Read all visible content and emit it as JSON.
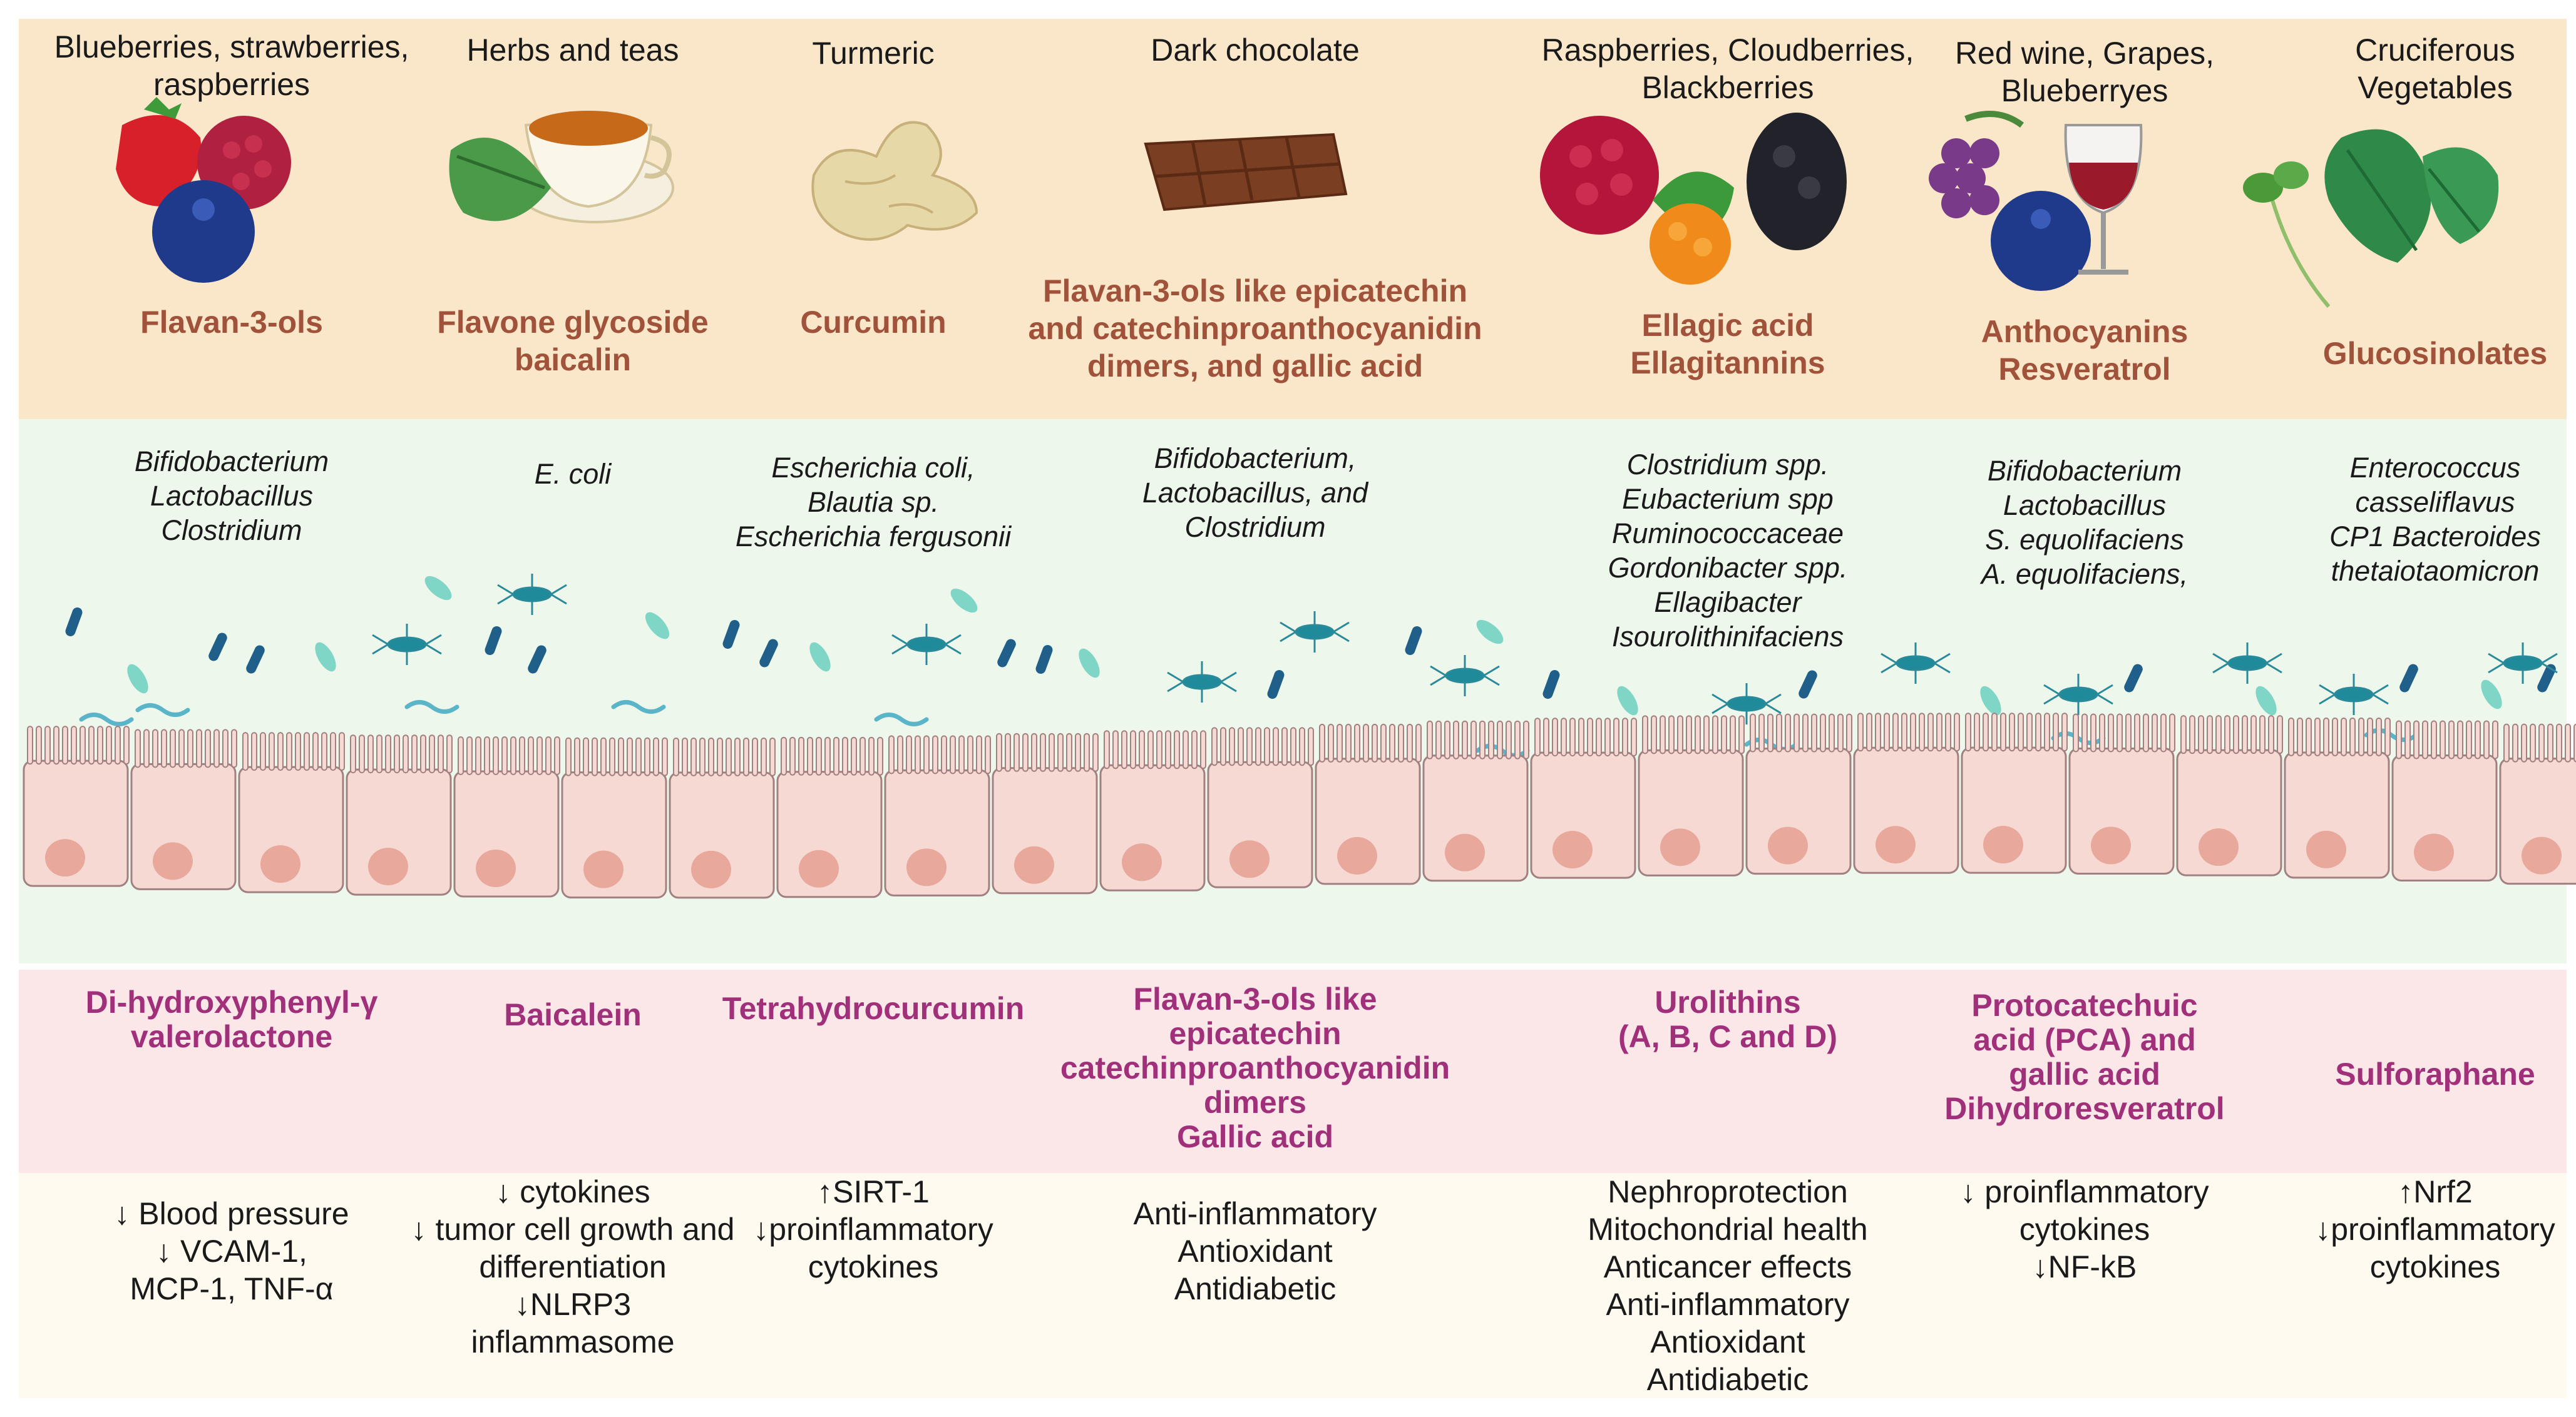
{
  "columns": [
    {
      "source": "Blueberries, strawberries,\nraspberries",
      "source_icon": "berries-icon",
      "compound": "Flavan-3-ols",
      "bacteria": "Bifidobacterium\nLactobacillus\nClostridium",
      "metabolite": "Di-hydroxyphenyl-γ\nvalerolactone",
      "effects": "↓  Blood pressure\n↓ VCAM-1,\nMCP-1, TNF-α"
    },
    {
      "source": "Herbs and teas",
      "source_icon": "tea-cup-icon",
      "compound": "Flavone glycoside\nbaicalin",
      "bacteria": "E. coli",
      "metabolite": "Baicalein",
      "effects": "↓  cytokines\n↓ tumor cell growth and\ndifferentiation\n↓NLRP3 inflammasome"
    },
    {
      "source": "Turmeric",
      "source_icon": "turmeric-root-icon",
      "compound": "Curcumin",
      "bacteria": "Escherichia coli,\nBlautia sp.\nEscherichia fergusonii",
      "metabolite": "Tetrahydrocurcumin",
      "effects": "↑SIRT-1\n↓proinflammatory\ncytokines"
    },
    {
      "source": "Dark chocolate",
      "source_icon": "chocolate-bar-icon",
      "compound": "Flavan-3-ols like epicatechin\nand catechinproanthocyanidin\ndimers, and gallic acid",
      "bacteria": "Bifidobacterium,\nLactobacillus, and\nClostridium",
      "metabolite": "Flavan-3-ols like\nepicatechin\ncatechinproanthocyanidin\ndimers\nGallic acid",
      "effects": "Anti-inflammatory\nAntioxidant\nAntidiabetic"
    },
    {
      "source": "Raspberries, Cloudberries,\nBlackberries",
      "source_icon": "mixed-berries-icon",
      "compound": "Ellagic acid\nEllagitannins",
      "bacteria": "Clostridium spp.\nEubacterium spp\nRuminococcaceae\nGordonibacter spp.\nEllagibacter\nIsourolithinifaciens",
      "metabolite": "Urolithins\n(A, B, C and D)",
      "effects": "Nephroprotection\nMitochondrial health\nAnticancer effects\nAnti-inflammatory\nAntioxidant\nAntidiabetic"
    },
    {
      "source": "Red wine, Grapes,\nBlueberryes",
      "source_icon": "wine-grapes-icon",
      "compound": "Anthocyanins\nResveratrol",
      "bacteria": "Bifidobacterium\nLactobacillus\nS. equolifaciens\nA. equolifaciens,",
      "metabolite": "Protocatechuic\nacid (PCA) and\ngallic acid\nDihydroresveratrol",
      "effects": "↓  proinflammatory\ncytokines\n↓NF-kB"
    },
    {
      "source": "Cruciferous\nVegetables",
      "source_icon": "cruciferous-leaf-icon",
      "compound": "Glucosinolates",
      "bacteria": "Enterococcus\ncasseliflavus\nCP1 Bacteroides\nthetaiotaomicron",
      "metabolite": "Sulforaphane",
      "effects": "↑Nrf2\n↓proinflammatory\ncytokines"
    }
  ],
  "colors": {
    "source_band": "#fae6c8",
    "bacteria_band": "#eef7ec",
    "metabolite_band": "#fbe6e8",
    "compound_text": "#a0523a",
    "metabolite_text": "#a0307a",
    "cell": "#f6d9d2",
    "nucleus": "#e8a89c",
    "bacteria": "#2a8a9a"
  }
}
